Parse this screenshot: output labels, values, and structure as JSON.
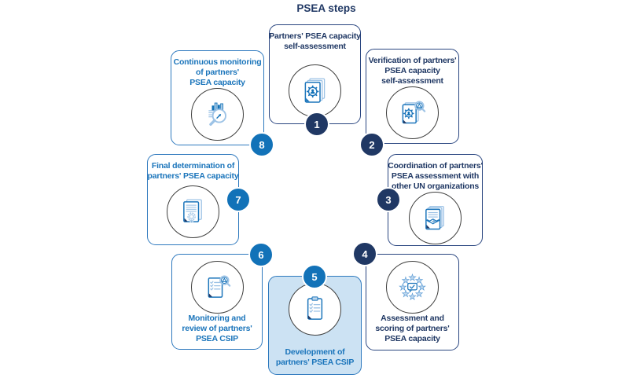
{
  "title": "PSEA steps",
  "colors": {
    "navy": "#203864",
    "blue_accent": "#1272B8",
    "blue_text": "#1B75BB",
    "card_highlight_bg": "#CCE2F3",
    "icon_light_blue": "#9DC3E6",
    "icon_fill_blue": "#BDD7EE",
    "icon_circle_stroke": "#3F3F3E"
  },
  "steps": [
    {
      "number": "1",
      "label": "Partners' PSEA capacity\nself-assessment",
      "icon": "documents-gear-person",
      "theme": "navy",
      "highlighted": false
    },
    {
      "number": "2",
      "label": "Verification of partners'\nPSEA capacity\nself-assessment",
      "icon": "document-gear-magnifier",
      "theme": "navy",
      "highlighted": false
    },
    {
      "number": "3",
      "label": "Coordination of partners'\nPSEA assessment with\nother UN organizations",
      "icon": "document-handshake",
      "theme": "navy",
      "highlighted": false
    },
    {
      "number": "4",
      "label": "Assessment and\nscoring of partners'\nPSEA capacity",
      "icon": "stars-checkmark",
      "theme": "navy",
      "highlighted": false
    },
    {
      "number": "5",
      "label": "Development of\npartners' PSEA CSIP",
      "icon": "clipboard-checklist",
      "theme": "blue",
      "highlighted": true
    },
    {
      "number": "6",
      "label": "Monitoring and\nreview of partners'\nPSEA CSIP",
      "icon": "checklist-magnifier",
      "theme": "blue",
      "highlighted": false
    },
    {
      "number": "7",
      "label": "Final determination of\npartners' PSEA capacity",
      "icon": "certificate-ribbon",
      "theme": "blue",
      "highlighted": false
    },
    {
      "number": "8",
      "label": "Continuous monitoring\nof partners'\nPSEA capacity",
      "icon": "chart-magnifier",
      "theme": "blue",
      "highlighted": false
    }
  ]
}
